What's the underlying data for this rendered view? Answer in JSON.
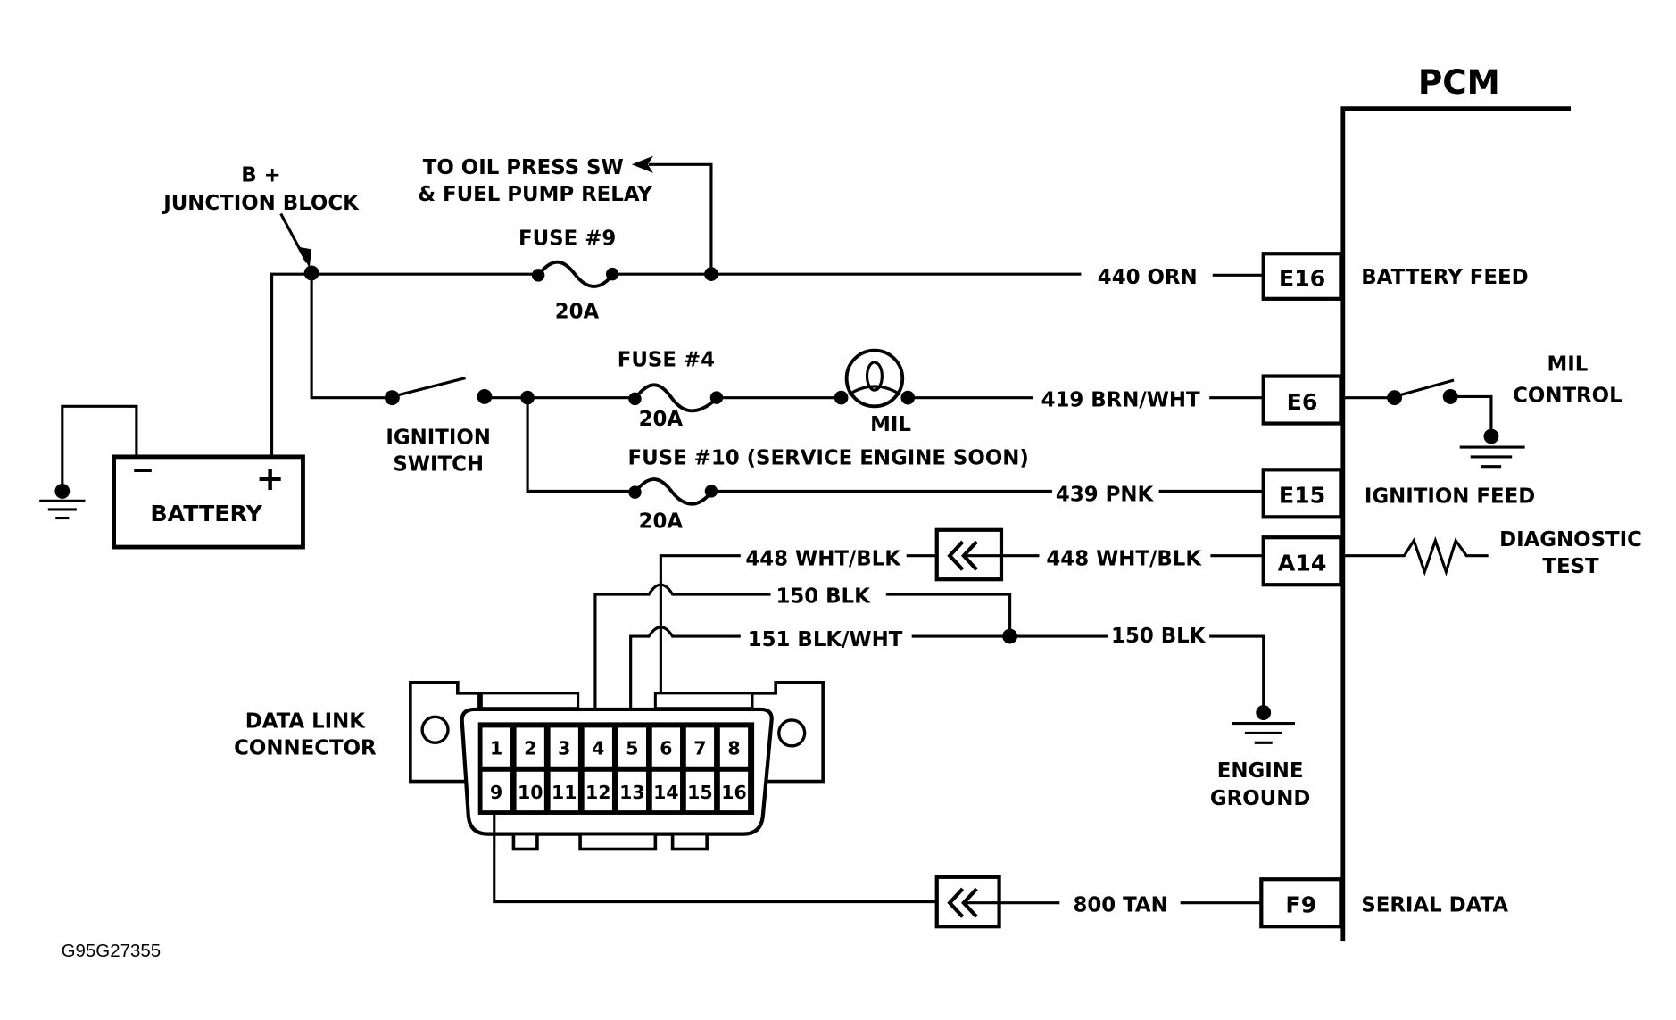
{
  "diagram": {
    "title": "PCM",
    "figure_id": "G95G27355",
    "labels": {
      "b_plus": "B +",
      "junction_block": "JUNCTION BLOCK",
      "oil_press_line1": "TO OIL PRESS SW",
      "oil_press_line2": "& FUEL PUMP RELAY",
      "ignition_switch_line1": "IGNITION",
      "ignition_switch_line2": "SWITCH",
      "battery": "BATTERY",
      "battery_neg": "−",
      "battery_pos": "+",
      "mil": "MIL",
      "mil_control_line1": "MIL",
      "mil_control_line2": "CONTROL",
      "diagnostic_line1": "DIAGNOSTIC",
      "diagnostic_line2": "TEST",
      "dlc_line1": "DATA LINK",
      "dlc_line2": "CONNECTOR",
      "engine_ground_line1": "ENGINE",
      "engine_ground_line2": "GROUND"
    },
    "fuses": [
      {
        "name": "FUSE #9",
        "rating": "20A"
      },
      {
        "name": "FUSE #4",
        "rating": "20A"
      },
      {
        "name": "FUSE #10 (SERVICE ENGINE SOON)",
        "rating": "20A"
      }
    ],
    "wires": {
      "w440": "440 ORN",
      "w419": "419 BRN/WHT",
      "w439": "439 PNK",
      "w448a": "448 WHT/BLK",
      "w448b": "448 WHT/BLK",
      "w150a": "150 BLK",
      "w151": "151 BLK/WHT",
      "w150b": "150 BLK",
      "w800": "800 TAN"
    },
    "pcm_terminals": [
      {
        "id": "E16",
        "function": "BATTERY FEED"
      },
      {
        "id": "E6",
        "function": ""
      },
      {
        "id": "E15",
        "function": "IGNITION FEED"
      },
      {
        "id": "A14",
        "function": ""
      },
      {
        "id": "F9",
        "function": "SERIAL DATA"
      }
    ],
    "dlc_pins_top": [
      "1",
      "2",
      "3",
      "4",
      "5",
      "6",
      "7",
      "8"
    ],
    "dlc_pins_bottom": [
      "9",
      "10",
      "11",
      "12",
      "13",
      "14",
      "15",
      "16"
    ]
  }
}
